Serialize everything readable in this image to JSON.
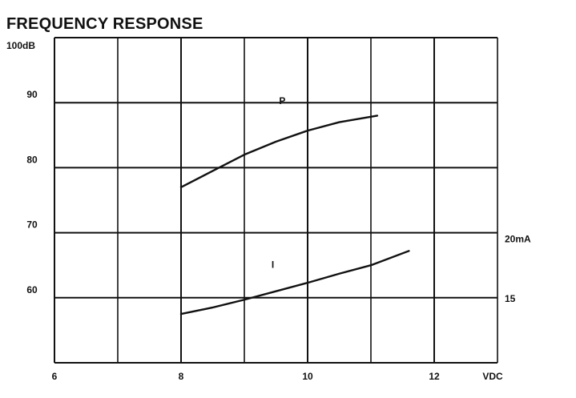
{
  "chart_data": {
    "type": "line",
    "title": "FREQUENCY RESPONSE",
    "xlabel": "",
    "ylabel": "",
    "x_unit_label": "VDC",
    "xlim": [
      6,
      13
    ],
    "ylim": [
      50,
      100
    ],
    "x_ticks": [
      {
        "value": 6,
        "label": "6"
      },
      {
        "value": 8,
        "label": "8"
      },
      {
        "value": 10,
        "label": "10"
      },
      {
        "value": 12,
        "label": "12"
      }
    ],
    "y_ticks_left": [
      {
        "value": 100,
        "label": "100dB"
      },
      {
        "value": 90,
        "label": "90"
      },
      {
        "value": 80,
        "label": "80"
      },
      {
        "value": 70,
        "label": "70"
      },
      {
        "value": 60,
        "label": "60"
      }
    ],
    "y_ticks_right": [
      {
        "value": 70,
        "label": "20mA"
      },
      {
        "value": 60,
        "label": "15"
      }
    ],
    "grid": true,
    "series": [
      {
        "name": "P",
        "x": [
          8.0,
          8.5,
          9.0,
          9.5,
          10.0,
          10.5,
          11.1
        ],
        "y": [
          77.0,
          79.5,
          82.0,
          84.0,
          85.7,
          87.0,
          88.0
        ]
      },
      {
        "name": "I",
        "x": [
          8.0,
          8.5,
          9.0,
          9.5,
          10.0,
          10.5,
          11.0,
          11.6
        ],
        "y": [
          57.5,
          58.5,
          59.7,
          61.0,
          62.3,
          63.7,
          65.0,
          67.2
        ]
      }
    ]
  }
}
